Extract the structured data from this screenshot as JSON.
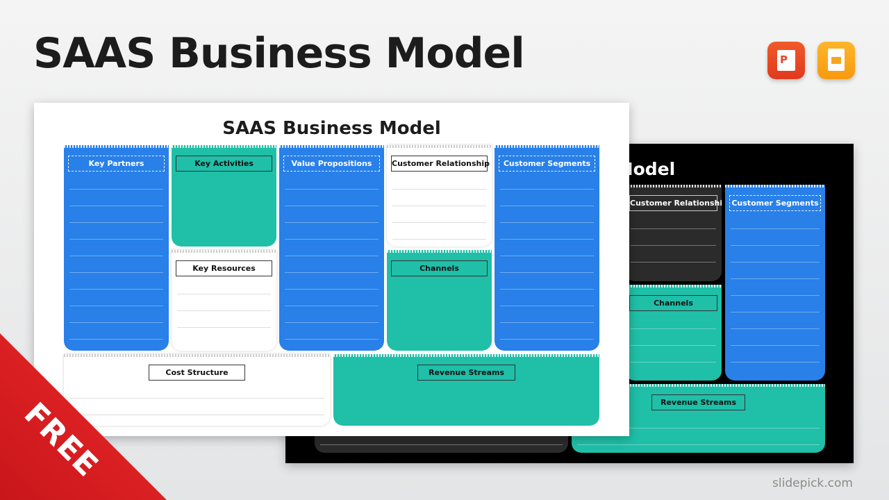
{
  "header": {
    "title": "SAAS Business Model",
    "icons": [
      "powerpoint-icon",
      "google-slides-icon"
    ],
    "ppt_letter": "P"
  },
  "slide": {
    "title": "SAAS Business Model",
    "cards": {
      "key_partners": "Key Partners",
      "key_activities": "Key Activities",
      "key_resources": "Key Resources",
      "value_propositions": "Value Propositions",
      "customer_relationship": "Customer Relationship",
      "channels": "Channels",
      "customer_segments": "Customer Segments",
      "cost_structure": "Cost Structure",
      "revenue_streams": "Revenue Streams"
    }
  },
  "colors": {
    "blue": "#2880e8",
    "teal": "#1fbfa8",
    "dark": "#2b2b2b",
    "ribbon": "#e0201f"
  },
  "badge": "FREE",
  "brand": "slidepick.com"
}
